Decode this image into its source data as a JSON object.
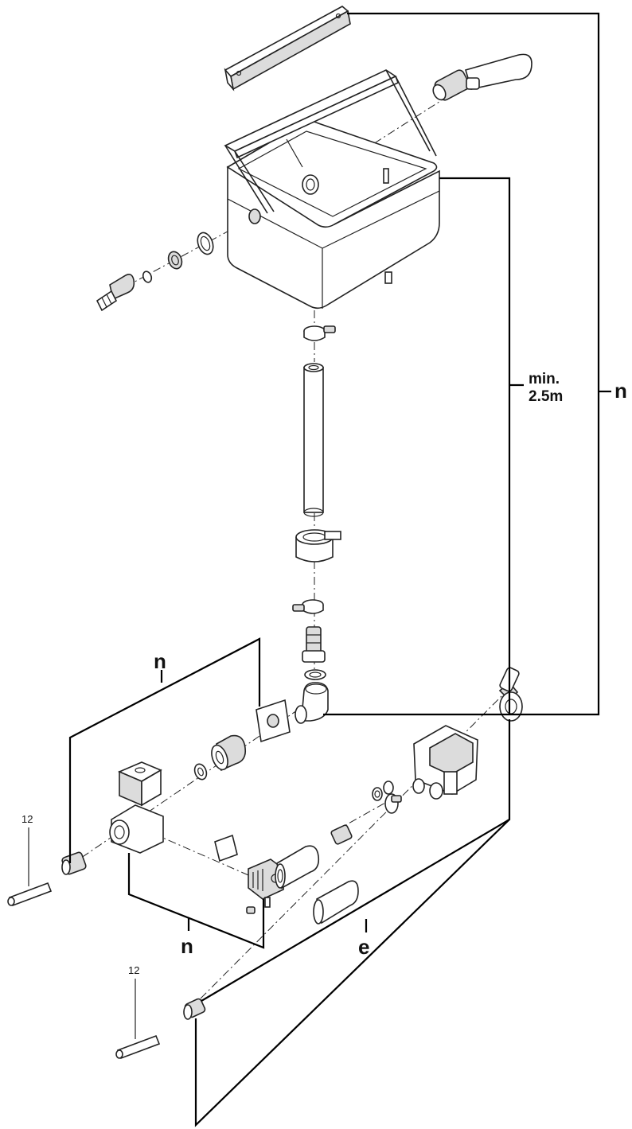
{
  "labels": {
    "n_right": "n",
    "min_line1": "min.",
    "min_line2": "2.5m",
    "n_upper_left": "n",
    "n_lower_left": "n",
    "e_bottom": "e",
    "num_12_left": "12",
    "num_12_bottom": "12"
  }
}
